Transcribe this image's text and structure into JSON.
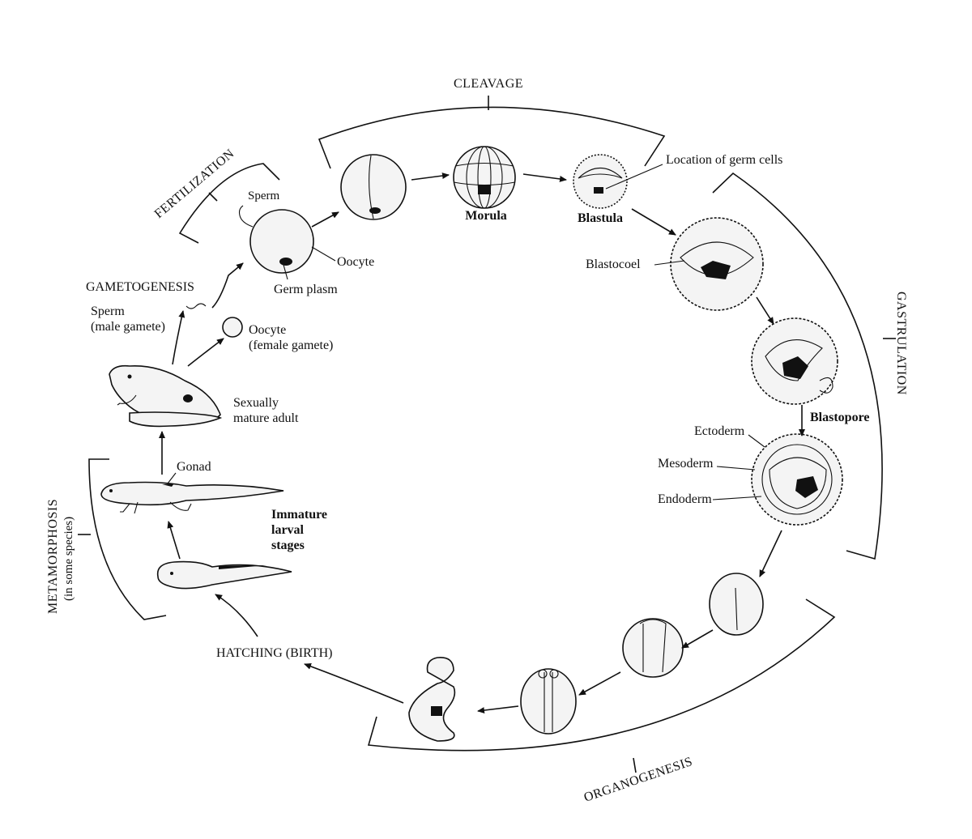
{
  "stages": {
    "cleavage": "CLEAVAGE",
    "gastrulation": "GASTRULATION",
    "organogenesis": "ORGANOGENESIS",
    "metamorphosis": "METAMORPHOSIS",
    "metamorphosis_note": "(in some species)",
    "fertilization": "FERTILIZATION",
    "gametogenesis": "GAMETOGENESIS",
    "hatching": "HATCHING (BIRTH)"
  },
  "labels": {
    "sperm": "Sperm",
    "oocyte": "Oocyte",
    "germ_plasm": "Germ plasm",
    "morula": "Morula",
    "blastula": "Blastula",
    "germ_cells": "Location of germ cells",
    "blastocoel": "Blastocoel",
    "blastopore": "Blastopore",
    "ectoderm": "Ectoderm",
    "mesoderm": "Mesoderm",
    "endoderm": "Endoderm",
    "sperm_gamete_1": "Sperm",
    "sperm_gamete_2": "(male gamete)",
    "oocyte_gamete_1": "Oocyte",
    "oocyte_gamete_2": "(female gamete)",
    "adult_1": "Sexually",
    "adult_2": "mature adult",
    "gonad": "Gonad",
    "larval_1": "Immature",
    "larval_2": "larval",
    "larval_3": "stages"
  },
  "icons": [
    "sperm-icon",
    "oocyte-icon",
    "embryo-icon",
    "frog-icon",
    "tadpole-icon"
  ]
}
